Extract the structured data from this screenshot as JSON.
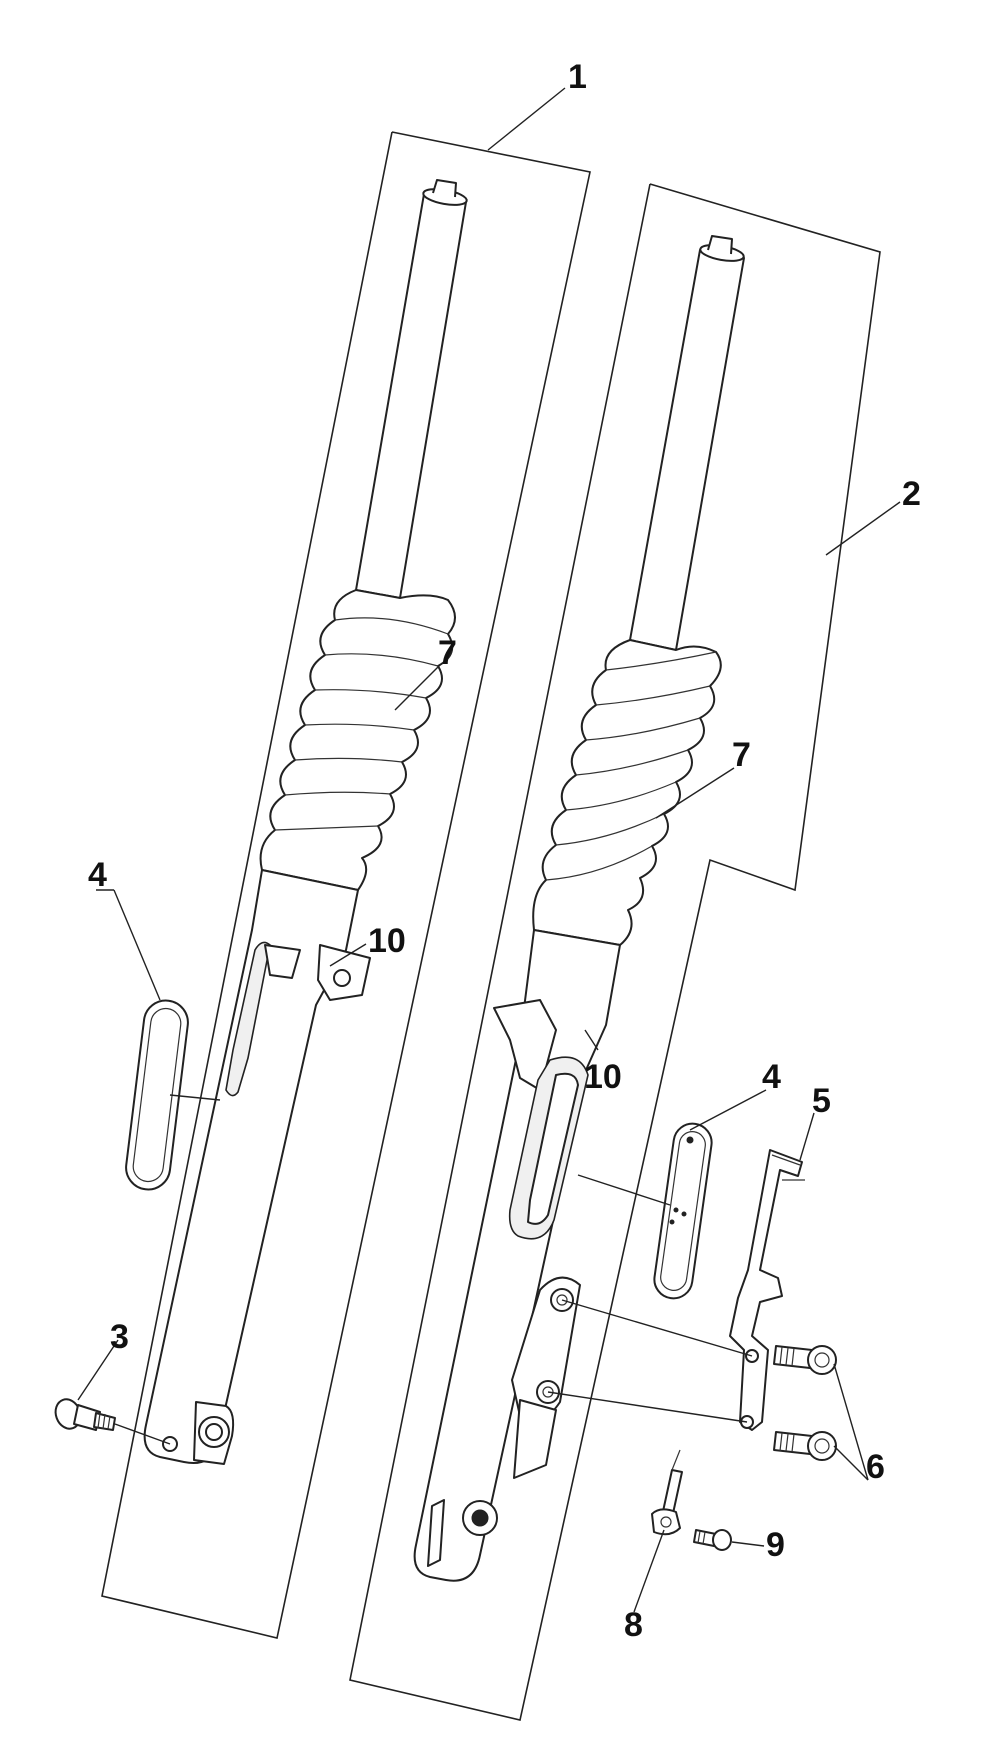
{
  "callouts": {
    "c1": "1",
    "c2": "2",
    "c3": "3",
    "c4_left": "4",
    "c4_right": "4",
    "c5": "5",
    "c6": "6",
    "c7_left": "7",
    "c7_right": "7",
    "c8": "8",
    "c9": "9",
    "c10_left": "10",
    "c10_right": "10"
  }
}
